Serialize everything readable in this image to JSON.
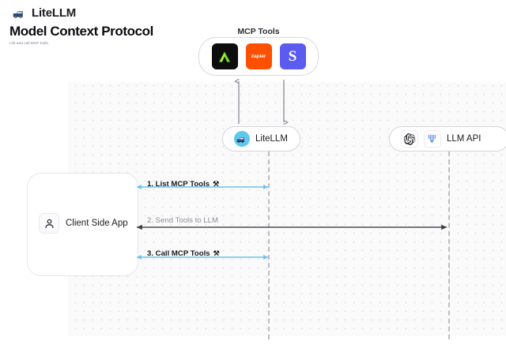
{
  "header": {
    "brand_name": "LiteLLM",
    "brand_logo_icon": "litellm-truck-icon",
    "page_title": "Model Context Protocol",
    "page_subtitle": "List and call MCP tools"
  },
  "diagram": {
    "mcp_group": {
      "label": "MCP Tools",
      "tools": [
        {
          "name": "anthropic",
          "icon": "anthropic-logo-icon",
          "text": ""
        },
        {
          "name": "zapier",
          "icon": "zapier-logo-icon",
          "text": "zapier"
        },
        {
          "name": "slack",
          "icon": "slack-logo-icon",
          "text": "S"
        }
      ]
    },
    "nodes": [
      {
        "id": "litellm",
        "label": "LiteLLM",
        "icon": "litellm-avatar-icon"
      },
      {
        "id": "llm-api",
        "label": "LLM API",
        "icons": [
          "openai-logo-icon",
          "anthropic-logo-icon"
        ]
      },
      {
        "id": "client-side-app",
        "label": "Client Side App",
        "icon": "user-person-icon"
      }
    ],
    "messages": [
      {
        "id": "list-mcp-tools",
        "label": "1. List MCP Tools",
        "glyph": "⚒",
        "color": "#67c5ec",
        "direction": "bidirectional"
      },
      {
        "id": "send-tools-to-llm",
        "label": "2. Send Tools to LLM",
        "glyph": "",
        "color": "#4b4b55",
        "direction": "bidirectional"
      },
      {
        "id": "call-mcp-tools",
        "label": "3. Call MCP Tools",
        "glyph": "⚒",
        "color": "#67c5ec",
        "direction": "bidirectional"
      }
    ],
    "colors": {
      "accent_blue": "#67c5ec",
      "arrow_dark": "#4b4b55",
      "lifeline": "#bdbdc4",
      "canvas": "#fafafa"
    }
  }
}
